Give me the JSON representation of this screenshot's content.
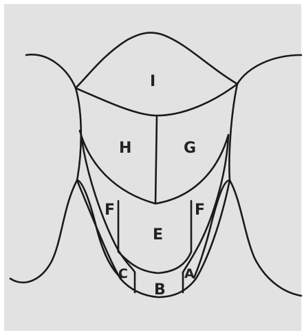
{
  "colors": {
    "background": "#e2e2e2",
    "line": "#1a1a1a",
    "label": "#222222"
  },
  "regions": {
    "I": "I",
    "H": "H",
    "G": "G",
    "F_left": "F",
    "F_right": "F",
    "E": "E",
    "C": "C",
    "A": "A",
    "B": "B"
  }
}
